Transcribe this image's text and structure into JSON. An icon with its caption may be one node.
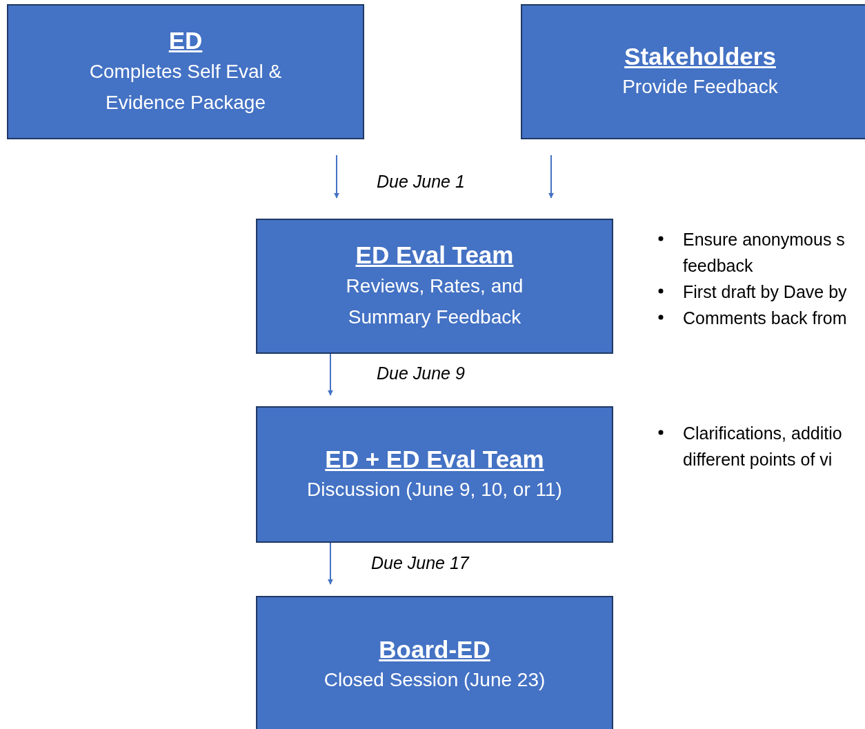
{
  "diagram": {
    "nodes": [
      {
        "text": [
          "ED",
          "Completes Self Eval & Evidence Package"
        ]
      },
      {
        "text": [
          "Stakeholders",
          "Provide Feedback"
        ]
      },
      {
        "text": [
          "ED Eval Team",
          "Reviews, Rates, and Summary Feedback"
        ]
      },
      {
        "text": [
          "ED + ED Eval Team",
          "Discussion (June 9, 10, or 11)"
        ]
      },
      {
        "text": [
          "Board-ED",
          "Closed Session (June 23)"
        ]
      }
    ],
    "edges": [
      {
        "from": 0,
        "to": 2,
        "arrow": "to"
      },
      {
        "from": 1,
        "to": 2,
        "arrow": "to"
      },
      {
        "from": 2,
        "to": 3,
        "arrow": "to"
      },
      {
        "from": 3,
        "to": 4,
        "arrow": "to"
      }
    ],
    "labels": [
      "Due June 1",
      "Ensure anonymous s feedback",
      "First draft by Dave by",
      "Comments back from",
      "Due June 9",
      "Clarifications, additio different points of vi",
      "Due June 17"
    ]
  }
}
